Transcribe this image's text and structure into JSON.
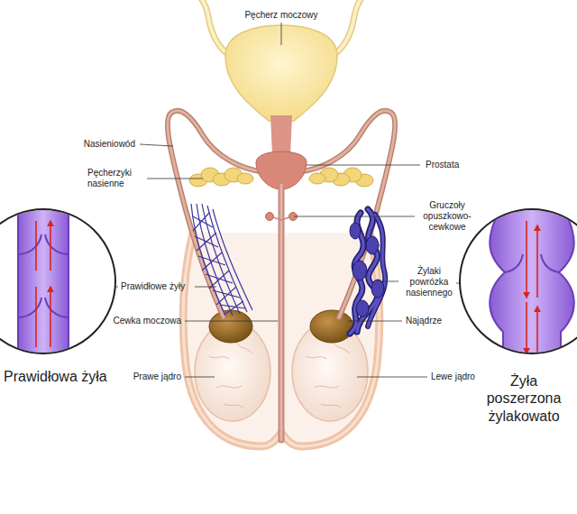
{
  "diagram": {
    "labels": [
      "Pęcherz moczowy",
      "Nasieniowód",
      "Pęcherzyki nasienne",
      "Prostata",
      "Gruczoły opuszkowo-cewkowe",
      "Prawidłowe żyły",
      "Żylaki powrózka nasiennego",
      "Cewka moczowa",
      "Najądrze",
      "Prawidłowa żyła",
      "Prawe jądro",
      "Lewe jądro",
      "Żyła poszerzona żylakowato"
    ]
  }
}
